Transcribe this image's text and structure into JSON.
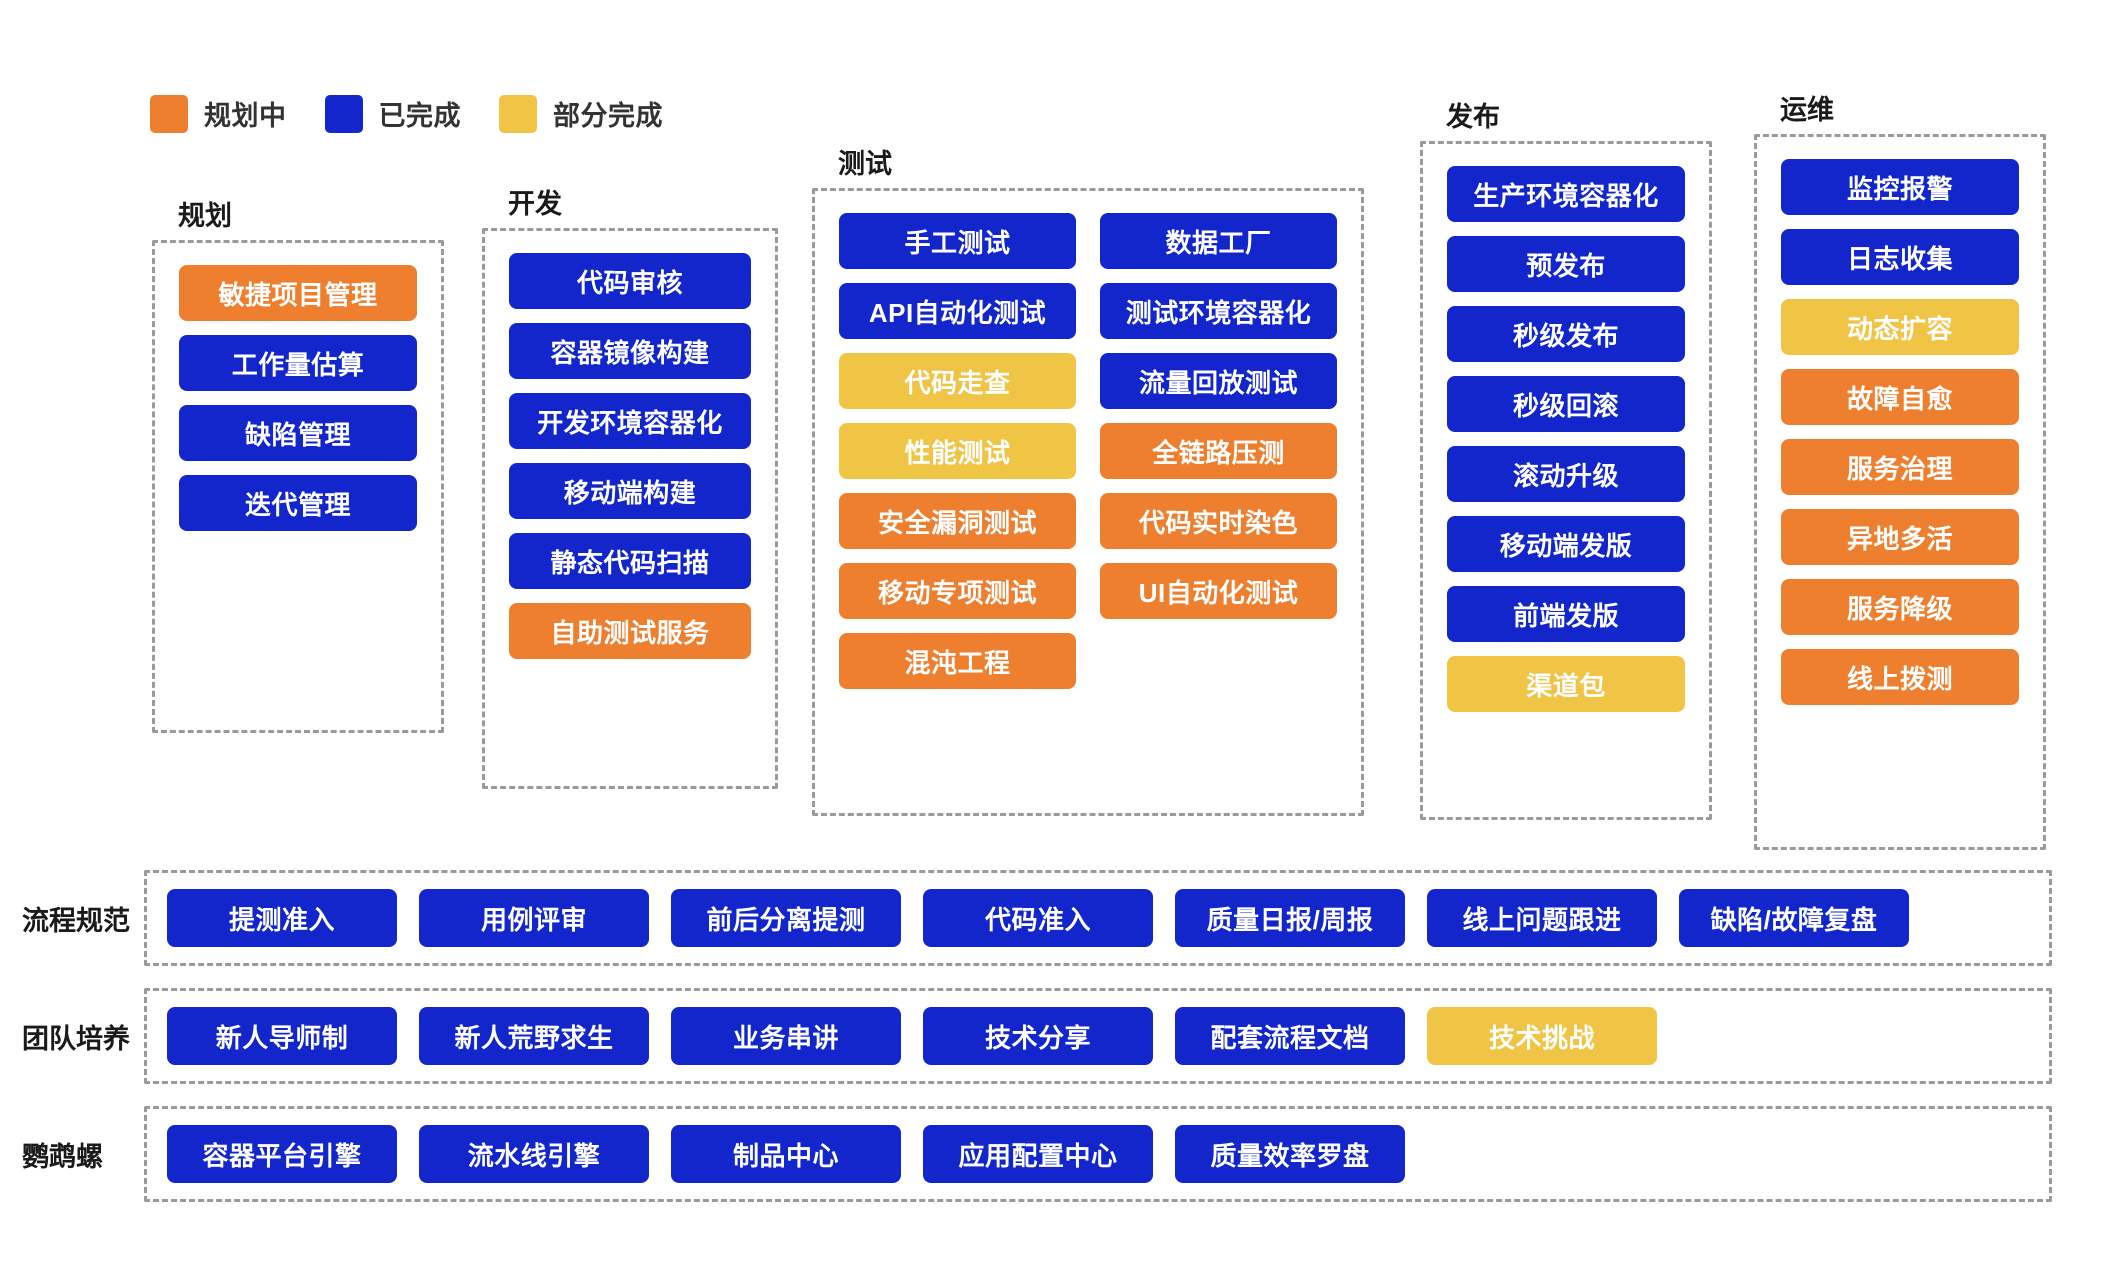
{
  "legend": {
    "items": [
      {
        "label": "规划中",
        "color": "#EE7F2E",
        "status": "planned"
      },
      {
        "label": "已完成",
        "color": "#1226CC",
        "status": "done"
      },
      {
        "label": "部分完成",
        "color": "#F0C445",
        "status": "partial"
      }
    ]
  },
  "colors": {
    "planned": "#EE7F2E",
    "done": "#1226CC",
    "partial": "#F0C445",
    "border": "#9a9a9a",
    "text": "#1a1a1a",
    "background": "#ffffff"
  },
  "groups": [
    {
      "id": "plan",
      "title": "规划",
      "columns": [
        [
          {
            "label": "敏捷项目管理",
            "status": "planned"
          },
          {
            "label": "工作量估算",
            "status": "done"
          },
          {
            "label": "缺陷管理",
            "status": "done"
          },
          {
            "label": "迭代管理",
            "status": "done"
          }
        ]
      ]
    },
    {
      "id": "dev",
      "title": "开发",
      "columns": [
        [
          {
            "label": "代码审核",
            "status": "done"
          },
          {
            "label": "容器镜像构建",
            "status": "done"
          },
          {
            "label": "开发环境容器化",
            "status": "done"
          },
          {
            "label": "移动端构建",
            "status": "done"
          },
          {
            "label": "静态代码扫描",
            "status": "done"
          },
          {
            "label": "自助测试服务",
            "status": "planned"
          }
        ]
      ]
    },
    {
      "id": "test",
      "title": "测试",
      "columns": [
        [
          {
            "label": "手工测试",
            "status": "done"
          },
          {
            "label": "API自动化测试",
            "status": "done"
          },
          {
            "label": "代码走查",
            "status": "partial"
          },
          {
            "label": "性能测试",
            "status": "partial"
          },
          {
            "label": "安全漏洞测试",
            "status": "planned"
          },
          {
            "label": "移动专项测试",
            "status": "planned"
          },
          {
            "label": "混沌工程",
            "status": "planned"
          }
        ],
        [
          {
            "label": "数据工厂",
            "status": "done"
          },
          {
            "label": "测试环境容器化",
            "status": "done"
          },
          {
            "label": "流量回放测试",
            "status": "done"
          },
          {
            "label": "全链路压测",
            "status": "planned"
          },
          {
            "label": "代码实时染色",
            "status": "planned"
          },
          {
            "label": "UI自动化测试",
            "status": "planned"
          }
        ]
      ]
    },
    {
      "id": "release",
      "title": "发布",
      "columns": [
        [
          {
            "label": "生产环境容器化",
            "status": "done"
          },
          {
            "label": "预发布",
            "status": "done"
          },
          {
            "label": "秒级发布",
            "status": "done"
          },
          {
            "label": "秒级回滚",
            "status": "done"
          },
          {
            "label": "滚动升级",
            "status": "done"
          },
          {
            "label": "移动端发版",
            "status": "done"
          },
          {
            "label": "前端发版",
            "status": "done"
          },
          {
            "label": "渠道包",
            "status": "partial"
          }
        ]
      ]
    },
    {
      "id": "ops",
      "title": "运维",
      "columns": [
        [
          {
            "label": "监控报警",
            "status": "done"
          },
          {
            "label": "日志收集",
            "status": "done"
          },
          {
            "label": "动态扩容",
            "status": "partial"
          },
          {
            "label": "故障自愈",
            "status": "planned"
          },
          {
            "label": "服务治理",
            "status": "planned"
          },
          {
            "label": "异地多活",
            "status": "planned"
          },
          {
            "label": "服务降级",
            "status": "planned"
          },
          {
            "label": "线上拨测",
            "status": "planned"
          }
        ]
      ]
    }
  ],
  "rows": [
    {
      "id": "process",
      "label": "流程规范",
      "items": [
        {
          "label": "提测准入",
          "status": "done"
        },
        {
          "label": "用例评审",
          "status": "done"
        },
        {
          "label": "前后分离提测",
          "status": "done"
        },
        {
          "label": "代码准入",
          "status": "done"
        },
        {
          "label": "质量日报/周报",
          "status": "done"
        },
        {
          "label": "线上问题跟进",
          "status": "done"
        },
        {
          "label": "缺陷/故障复盘",
          "status": "done"
        }
      ]
    },
    {
      "id": "team",
      "label": "团队培养",
      "items": [
        {
          "label": "新人导师制",
          "status": "done"
        },
        {
          "label": "新人荒野求生",
          "status": "done"
        },
        {
          "label": "业务串讲",
          "status": "done"
        },
        {
          "label": "技术分享",
          "status": "done"
        },
        {
          "label": "配套流程文档",
          "status": "done"
        },
        {
          "label": "技术挑战",
          "status": "partial"
        }
      ]
    },
    {
      "id": "nautilus",
      "label": "鹦鹉螺",
      "items": [
        {
          "label": "容器平台引擎",
          "status": "done"
        },
        {
          "label": "流水线引擎",
          "status": "done"
        },
        {
          "label": "制品中心",
          "status": "done"
        },
        {
          "label": "应用配置中心",
          "status": "done"
        },
        {
          "label": "质量效率罗盘",
          "status": "done"
        }
      ]
    }
  ]
}
